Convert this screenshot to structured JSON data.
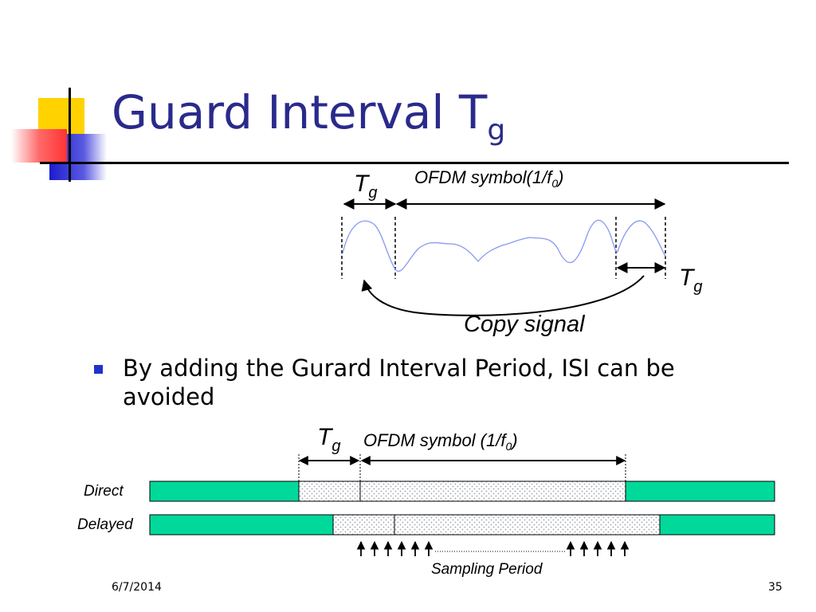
{
  "title": {
    "text": "Guard Interval T",
    "subscript": "g"
  },
  "diagram1": {
    "tg_label": "T",
    "tg_sub": "g",
    "symbol_label": "OFDM symbol(1/f",
    "symbol_sub": "0",
    "symbol_close": ")",
    "tg_right_label": "T",
    "tg_right_sub": "g",
    "copy_label": "Copy signal"
  },
  "bullet": {
    "text": "By adding the Gurard Interval Period, ISI can be avoided"
  },
  "diagram2": {
    "tg_label": "T",
    "tg_sub": "g",
    "symbol_label": "OFDM symbol (1/f",
    "symbol_sub": "0",
    "symbol_close": ")",
    "rows": [
      {
        "label": "Direct"
      },
      {
        "label": "Delayed"
      }
    ],
    "sampling_label": "Sampling Period",
    "bar_color": "#00d99a"
  },
  "footer": {
    "date": "6/7/2014",
    "page": "35"
  },
  "colors": {
    "title": "#2a2a8c",
    "bullet": "#1f33cc",
    "signal": "#8899ee"
  }
}
